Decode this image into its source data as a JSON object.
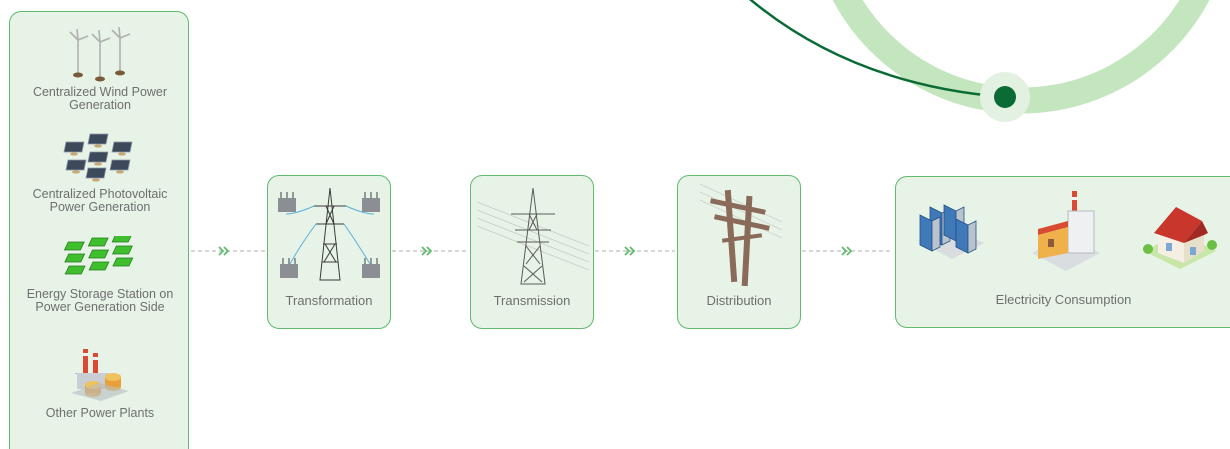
{
  "sources": [
    {
      "label": "Centralized Wind Power\nGeneration",
      "icon": "wind-turbines-icon"
    },
    {
      "label": "Centralized Photovoltaic\nPower Generation",
      "icon": "solar-panels-icon"
    },
    {
      "label": "Energy Storage Station on\nPower Generation Side",
      "icon": "battery-storage-icon"
    },
    {
      "label": "Other Power Plants",
      "icon": "power-plant-icon"
    }
  ],
  "stages": [
    {
      "id": "transformation",
      "label": "Transformation",
      "icon": "substation-tower-icon"
    },
    {
      "id": "transmission",
      "label": "Transmission",
      "icon": "transmission-tower-icon"
    },
    {
      "id": "distribution",
      "label": "Distribution",
      "icon": "utility-pole-icon"
    }
  ],
  "consumption": {
    "label": "Electricity Consumption",
    "icons": [
      "data-center-icon",
      "factory-icon",
      "house-icon"
    ]
  },
  "colors": {
    "box_fill": "#e6f3e6",
    "box_border": "#5fbb6d",
    "accent_dark": "#0b6b35",
    "accent_light": "#c3e6bf",
    "arrow": "#5fbb6d"
  }
}
